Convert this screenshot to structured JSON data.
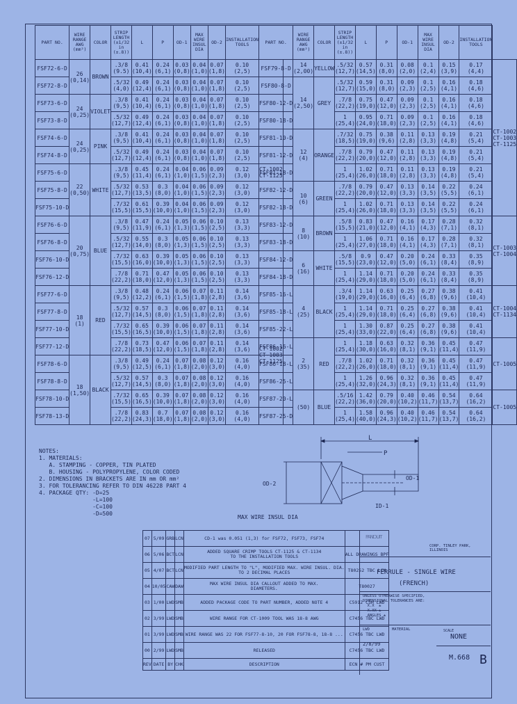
{
  "t1": {
    "headers": [
      "PART NO.",
      "WIRE RANGE AWG (mm²)",
      "COLOR",
      "STRIP LENGTH (±1/32 in (±.8))",
      "L",
      "P",
      "OD-1",
      "OD-1",
      "MAX WIRE INSUL DIA",
      "OD-2",
      "INSTALLATION TOOLS"
    ],
    "rows": [
      [
        "FSF72-6-D",
        "",
        ".3/8\n(9.5)",
        "0.41\n(10,4)",
        "0.24\n(6,1)",
        "0.03\n(0,8)",
        "0.04\n(1,0)",
        "0.07\n(1,8)",
        "0.10\n(2,5)"
      ],
      [
        "FSF72-8-D",
        "",
        ".5/32\n(4,0)",
        "0.49\n(12,4)",
        "0.24\n(6,1)",
        "0.03\n(0,8)",
        "0.04\n(1,0)",
        "0.07\n(1,8)",
        "0.10\n(2,5)"
      ],
      [
        "FSF73-6-D",
        "",
        ".3/8\n(9,5)",
        "0.41\n(10,4)",
        "0.24\n(6,1)",
        "0.03\n(0,8)",
        "0.04\n(1,0)",
        "0.07\n(1,8)",
        "0.10\n(2,5)"
      ],
      [
        "FSF73-8-D",
        "",
        ".5/32\n(12,7)",
        "0.49\n(12,4)",
        "0.24\n(6,1)",
        "0.03\n(0,8)",
        "0.04\n(1,0)",
        "0.07\n(1,8)",
        "0.10\n(2,5)"
      ],
      [
        "FSF74-6-D",
        "",
        ".3/8\n(9,5)",
        "0.41\n(10,4)",
        "0.24\n(6,1)",
        "0.03\n(0,8)",
        "0.04\n(1,0)",
        "0.07\n(1,8)",
        "0.10\n(2,5)"
      ],
      [
        "FSF74-8-D",
        "",
        ".5/32\n(12,7)",
        "0.49\n(12,4)",
        "0.24\n(6,1)",
        "0.03\n(0,8)",
        "0.04\n(1,0)",
        "0.07\n(1,8)",
        "0.10\n(2,5)"
      ],
      [
        "FSF75-6-D",
        "",
        ".3/8\n(9,5)",
        "0.45\n(11,4)",
        "0.24\n(6,1)",
        "0.04\n(1,0)",
        "0.06\n(1,5)",
        "0.09\n(2,3)",
        "0.12\n(3,0)"
      ],
      [
        "FSF75-8-D",
        "",
        ".5/32\n(12,7)",
        "0.53\n(13,5)",
        "0.3\n(8,0)",
        "0.04\n(1,0)",
        "0.06\n(1,5)",
        "0.09\n(2,3)",
        "0.12\n(3,0)"
      ],
      [
        "FSF75-10-D",
        "",
        ".7/32\n(15,5)",
        "0.61\n(15,5)",
        "0.39\n(10,0)",
        "0.04\n(1,0)",
        "0.06\n(1,5)",
        "0.09\n(2,3)",
        "0.12\n(3,0)"
      ],
      [
        "FSF76-6-D",
        "",
        ".3/8\n(9,5)",
        "0.47\n(11,9)",
        "0.24\n(6,1)",
        "0.05\n(1,3)",
        "0.06\n(1,5)",
        "0.10\n(2,5)",
        "0.13\n(3,3)"
      ],
      [
        "FSF76-8-D",
        "",
        ".5/32\n(12,7)",
        "0.55\n(14,0)",
        "0.3\n(8,0)",
        "0.05\n(1,3)",
        "0.06\n(1,5)",
        "0.10\n(2,5)",
        "0.13\n(3,3)"
      ],
      [
        "FSF76-10-D",
        "",
        ".7/32\n(15,5)",
        "0.63\n(16,0)",
        "0.39\n(10,0)",
        "0.05\n(1,3)",
        "0.06\n(1,5)",
        "0.10\n(2,5)",
        "0.13\n(3,3)"
      ],
      [
        "FSF76-12-D",
        "",
        ".7/8\n(22,2)",
        "0.71\n(18,0)",
        "0.47\n(12,0)",
        "0.05\n(1,3)",
        "0.06\n(1,5)",
        "0.10\n(2,5)",
        "0.13\n(3,3)"
      ],
      [
        "FSF77-6-D",
        "",
        ".3/8\n(9,5)",
        "0.48\n(12,2)",
        "0.24\n(6,1)",
        "0.06\n(1,5)",
        "0.07\n(1,8)",
        "0.11\n(2,8)",
        "0.14\n(3,6)"
      ],
      [
        "FSF77-8-D",
        "",
        ".5/32\n(12,7)",
        "0.57\n(14,5)",
        "0.3\n(8,0)",
        "0.06\n(1,5)",
        "0.07\n(1,8)",
        "0.11\n(2,8)",
        "0.14\n(3,6)"
      ],
      [
        "FSF77-10-D",
        "",
        ".7/32\n(15,5)",
        "0.65\n(16,5)",
        "0.39\n(10,0)",
        "0.06\n(1,5)",
        "0.07\n(1,8)",
        "0.11\n(2,8)",
        "0.14\n(3,6)"
      ],
      [
        "FSF77-12-D",
        "",
        ".7/8\n(22,2)",
        "0.73\n(18,5)",
        "0.47\n(12,0)",
        "0.06\n(1,5)",
        "0.07\n(1,8)",
        "0.11\n(2,8)",
        "0.14\n(3,6)"
      ],
      [
        "FSF78-6-D",
        "",
        ".3/8\n(9,5)",
        "0.49\n(12,5)",
        "0.24\n(6,1)",
        "0.07\n(1,8)",
        "0.08\n(2,0)",
        "0.12\n(3,0)",
        "0.16\n(4,0)"
      ],
      [
        "FSF78-8-D",
        "",
        ".5/32\n(12,7)",
        "0.57\n(14,5)",
        "0.3\n(8,0)",
        "0.07\n(1,8)",
        "0.08\n(2,0)",
        "0.12\n(3,0)",
        "0.16\n(4,0)"
      ],
      [
        "FSF78-10-D",
        "",
        ".7/32\n(15,5)",
        "0.65\n(16,5)",
        "0.39\n(10,0)",
        "0.07\n(1,8)",
        "0.08\n(2,0)",
        "0.12\n(3,0)",
        "0.16\n(4,0)"
      ],
      [
        "FSF78-13-D",
        "",
        ".7/8\n(22,2)",
        "0.83\n(24,3)",
        "0.7\n(18,0)",
        "0.07\n(1,8)",
        "0.08\n(2,0)",
        "0.12\n(3,0)",
        "0.16\n(4,0)"
      ]
    ],
    "groups": [
      {
        "awg": "26\n(0,14)",
        "color": "BROWN",
        "rows": 2
      },
      {
        "awg": "24\n(0,25)",
        "color": "VIOLET",
        "rows": 2
      },
      {
        "awg": "24\n(0,25)",
        "color": "PINK",
        "rows": 2
      },
      {
        "awg": "22\n(0,50)",
        "color": "WHITE",
        "rows": 3
      },
      {
        "awg": "20\n(0,75)",
        "color": "BLUE",
        "rows": 4
      },
      {
        "awg": "18\n(1)",
        "color": "RED",
        "rows": 4
      },
      {
        "awg": "18\n(1,50)",
        "color": "BLACK",
        "rows": 4
      }
    ],
    "tools": [
      "CT-1002\nCT-1125",
      "CT-1002\nCT-1003\nCT-1125"
    ]
  },
  "t2": {
    "headers": [
      "PART NO.",
      "WIRE RANGE AWG (mm²)",
      "COLOR",
      "STRIP LENGTH (±1/32 in (±.8))",
      "L",
      "P",
      "OD-1",
      "OD-1",
      "MAX WIRE INSUL DIA",
      "OD-2",
      "INSTALLATION TOOLS"
    ],
    "rows": [
      [
        "FSF79-8-D",
        ".5/32\n(12,7)",
        "0.57\n(14,5)",
        "0.31\n(8,0)",
        "0.08\n(2,0)",
        "0.1\n(2,4)",
        "0.15\n(3,9)",
        "0.17\n(4,4)"
      ],
      [
        "FSF80-8-D",
        ".5/32\n(12,7)",
        "0.59\n(15,0)",
        "0.31\n(8,0)",
        "0.09\n(2,3)",
        "0.1\n(2,5)",
        "0.16\n(4,1)",
        "0.18\n(4,6)"
      ],
      [
        "FSF80-12-D",
        ".7/8\n(22,2)",
        "0.75\n(19,0)",
        "0.47\n(12,0)",
        "0.09\n(2,3)",
        "0.1\n(2,5)",
        "0.16\n(4,1)",
        "0.18\n(4,6)"
      ],
      [
        "FSF80-18-D",
        "1\n(25,4)",
        "0.95\n(24,0)",
        "0.71\n(18,0)",
        "0.09\n(2,3)",
        "0.1\n(2,5)",
        "0.16\n(4,1)",
        "0.18\n(4,6)"
      ],
      [
        "FSF81-10-D",
        ".7/32\n(18,5)",
        "0.75\n(19,0)",
        "0.38\n(9,6)",
        "0.11\n(2,8)",
        "0.13\n(3,3)",
        "0.19\n(4,8)",
        "0.21\n(5,4)"
      ],
      [
        "FSF81-12-D",
        ".7/8\n(22,2)",
        "0.79\n(20,0)",
        "0.47\n(12,0)",
        "0.11\n(2,8)",
        "0.13\n(3,3)",
        "0.19\n(4,8)",
        "0.21\n(5,4)"
      ],
      [
        "FSF81-18-D",
        "1\n(25,4)",
        "1.02\n(26,0)",
        "0.71\n(18,0)",
        "0.11\n(2,8)",
        "0.13\n(3,3)",
        "0.19\n(4,8)",
        "0.21\n(5,4)"
      ],
      [
        "FSF82-12-D",
        ".7/8\n(22,2)",
        "0.79\n(20,0)",
        "0.47\n(12,0)",
        "0.13\n(3,3)",
        "0.14\n(3,5)",
        "0.22\n(5,5)",
        "0.24\n(6,1)"
      ],
      [
        "FSF82-18-D",
        "1\n(25,4)",
        "1.02\n(26,0)",
        "0.71\n(18,0)",
        "0.13\n(3,3)",
        "0.14\n(3,5)",
        "0.22\n(5,5)",
        "0.24\n(6,1)"
      ],
      [
        "FSF83-12-D",
        ".5/8\n(15,5)",
        "0.83\n(21,0)",
        "0.47\n(12,0)",
        "0.16\n(4,1)",
        "0.17\n(4,3)",
        "0.28\n(7,1)",
        "0.32\n(8,1)"
      ],
      [
        "FSF83-18-D",
        "1\n(25,4)",
        "1.06\n(27,0)",
        "0.71\n(18,0)",
        "0.16\n(4,1)",
        "0.17\n(4,3)",
        "0.28\n(7,1)",
        "0.32\n(8,1)"
      ],
      [
        "FSF84-12-D",
        ".5/8\n(15,5)",
        "0.9\n(23,0)",
        "0.47\n(12,0)",
        "0.20\n(5,0)",
        "0.24\n(6,1)",
        "0.33\n(8,4)",
        "0.35\n(8,9)"
      ],
      [
        "FSF84-18-D",
        "1\n(25,4)",
        "1.14\n(29,0)",
        "0.71\n(18,0)",
        "0.20\n(5,0)",
        "0.24\n(6,1)",
        "0.33\n(8,4)",
        "0.35\n(8,9)"
      ],
      [
        "FSF85-16-L",
        ".3/4\n(19,0)",
        "1.14\n(29,0)",
        "0.63\n(16,0)",
        "0.25\n(6,4)",
        "0.27\n(6,8)",
        "0.38\n(9,6)",
        "0.41\n(10,4)"
      ],
      [
        "FSF85-18-L",
        "1\n(25,4)",
        "1.14\n(29,0)",
        "0.71\n(18,0)",
        "0.25\n(6,4)",
        "0.27\n(6,8)",
        "0.38\n(9,6)",
        "0.41\n(10,4)"
      ],
      [
        "FSF85-22-L",
        "1\n(25,4)",
        "1.30\n(33,0)",
        "0.87\n(22,0)",
        "0.25\n(6,4)",
        "0.27\n(6,8)",
        "0.38\n(9,6)",
        "0.41\n(10,4)"
      ],
      [
        "FSF86-16-L",
        "1\n(25,4)",
        "1.18\n(30,0)",
        "0.63\n(16,0)",
        "0.32\n(8,1)",
        "0.36\n(9,1)",
        "0.45\n(11,4)",
        "0.47\n(11,9)"
      ],
      [
        "FSF86-18-L",
        ".7/8\n(22,2)",
        "1.02\n(26,0)",
        "0.71\n(18,0)",
        "0.32\n(8,1)",
        "0.36\n(9,1)",
        "0.45\n(11,4)",
        "0.47\n(11,9)"
      ],
      [
        "FSF86-25-L",
        "1\n(25,4)",
        "1.26\n(32,0)",
        "0.96\n(24,3)",
        "0.32\n(8,1)",
        "0.36\n(9,1)",
        "0.45\n(11,4)",
        "0.47\n(11,9)"
      ],
      [
        "FSF87-20-L",
        ".5/16\n(22,2)",
        "1.42\n(36,0)",
        "0.79\n(20,0)",
        "0.40\n(10,2)",
        "0.46\n(11,7)",
        "0.54\n(13,7)",
        "0.64\n(16,2)"
      ],
      [
        "FSF87-25-D",
        "1\n(25,4)",
        "1.58\n(40,0)",
        "0.96\n(24,3)",
        "0.40\n(10,2)",
        "0.46\n(11,7)",
        "0.54\n(13,7)",
        "0.64\n(16,2)"
      ]
    ],
    "groups": [
      {
        "awg": "14\n(2,00)",
        "color": "YELLOW",
        "rows": 1
      },
      {
        "awg": "14\n(2,50)",
        "color": "GREY",
        "rows": 3
      },
      {
        "awg": "12\n(4)",
        "color": "ORANGE",
        "rows": 3
      },
      {
        "awg": "10\n(6)",
        "color": "GREEN",
        "rows": 2
      },
      {
        "awg": "8\n(10)",
        "color": "BROWN",
        "rows": 2
      },
      {
        "awg": "6\n(16)",
        "color": "WHITE",
        "rows": 2
      },
      {
        "awg": "4\n(25)",
        "color": "BLACK",
        "rows": 3
      },
      {
        "awg": "2\n(35)",
        "color": "RED",
        "rows": 3
      },
      {
        "awg": "(50)",
        "color": "BLUE",
        "rows": 2
      }
    ],
    "tools": [
      "CT-1002\nCT-1003\nCT-1125",
      "CT-1003\nCT-1004",
      "CT-1004\nCT-1134",
      "CT-1005",
      "CT-1005"
    ]
  },
  "notes": {
    "title": "NOTES:",
    "lines": [
      "1. MATERIALS:",
      "   A. STAMPING - COPPER, TIN PLATED",
      "   B. HOUSING - POLYPROPYLENE, COLOR CODED",
      "",
      "2. DIMENSIONS IN BRACKETS ARE IN mm OR mm²",
      "",
      "3. FOR TOLERANCING REFER TO DIN 46228 PART 4",
      "",
      "4. PACKAGE QTY: -D=25",
      "                -L=100",
      "                -C=100",
      "                -D=500"
    ]
  },
  "drawing": {
    "L": "L",
    "P": "P",
    "OD1": "OD-1",
    "OD2": "OD-2",
    "ID": "ID-1",
    "maxwire": "MAX WIRE INSUL DIA"
  },
  "titleblock": {
    "company": "PANDUIT",
    "corp": "CORP. TINLEY PARK, ILLINOIS",
    "title1": "FERRULE - SINGLE WIRE",
    "title2": "(FRENCH)",
    "scale_label": "SCALE",
    "scale": "NONE",
    "dwg_no": "M.668",
    "rev": "B",
    "drawn": "LWD",
    "date": "2/8/99",
    "rows": [
      [
        "07",
        "5/09",
        "GRB",
        "LCN",
        "CD-1 was 0.051 (1,3) for FSF72, FSF73, FSF74",
        ""
      ],
      [
        "06",
        "5/06",
        "BCT",
        "LCN",
        "ADDED SQUARE CRIMP TOOLS CT-1125 & CT-1134\nTO THE INSTALLATION TOOLS",
        "ALL DRAWINGS BPF"
      ],
      [
        "05",
        "4/07",
        "BCT",
        "LCN",
        "MODIFIED PART LENGTH TO \"L\", MODIFIED MAX. WIRE INSUL. DIA.\nTO 2 DECIMAL PLACES",
        "T80252  TBC  LCN"
      ],
      [
        "04",
        "10/05",
        "CAW",
        "DAW",
        "MAX WIRE INSUL DIA CALLOUT ADDED TO MAX.\nDIAMETERS.",
        "T80027"
      ],
      [
        "03",
        "1/00",
        "LWD",
        "SMB",
        "ADDED PACKAGE CODE TO PART NUMBER, ADDED NOTE 4",
        "C5912  CSH  LWD"
      ],
      [
        "02",
        "3/99",
        "LWD",
        "SMB",
        "WIRE RANGE FOR CT-1009 TOOL WAS 18-8 AWG",
        "C7456  TBC  LWD"
      ],
      [
        "01",
        "3/99",
        "LWD",
        "SMB",
        "WIRE RANGE WAS 22 FOR FSF77-8-10, 20 FOR FSF78-8, 18-8 ...",
        "C7456  TBC  LWD"
      ],
      [
        "00",
        "2/99",
        "LWD",
        "SMB",
        "RELEASED",
        "C7456  TBC  LWD"
      ],
      [
        "REV",
        "DATE",
        "BY",
        "CHK",
        "DESCRIPTION",
        "ECN #  PM  CUST"
      ]
    ],
    "tol": "UNLESS OTHERWISE SPECIFIED,\nDIMENSIONAL TOLERANCES ARE:\n  X.X  ±\n  X.XX ±\n  ANGLES ±",
    "material_label": "MATERIAL"
  }
}
